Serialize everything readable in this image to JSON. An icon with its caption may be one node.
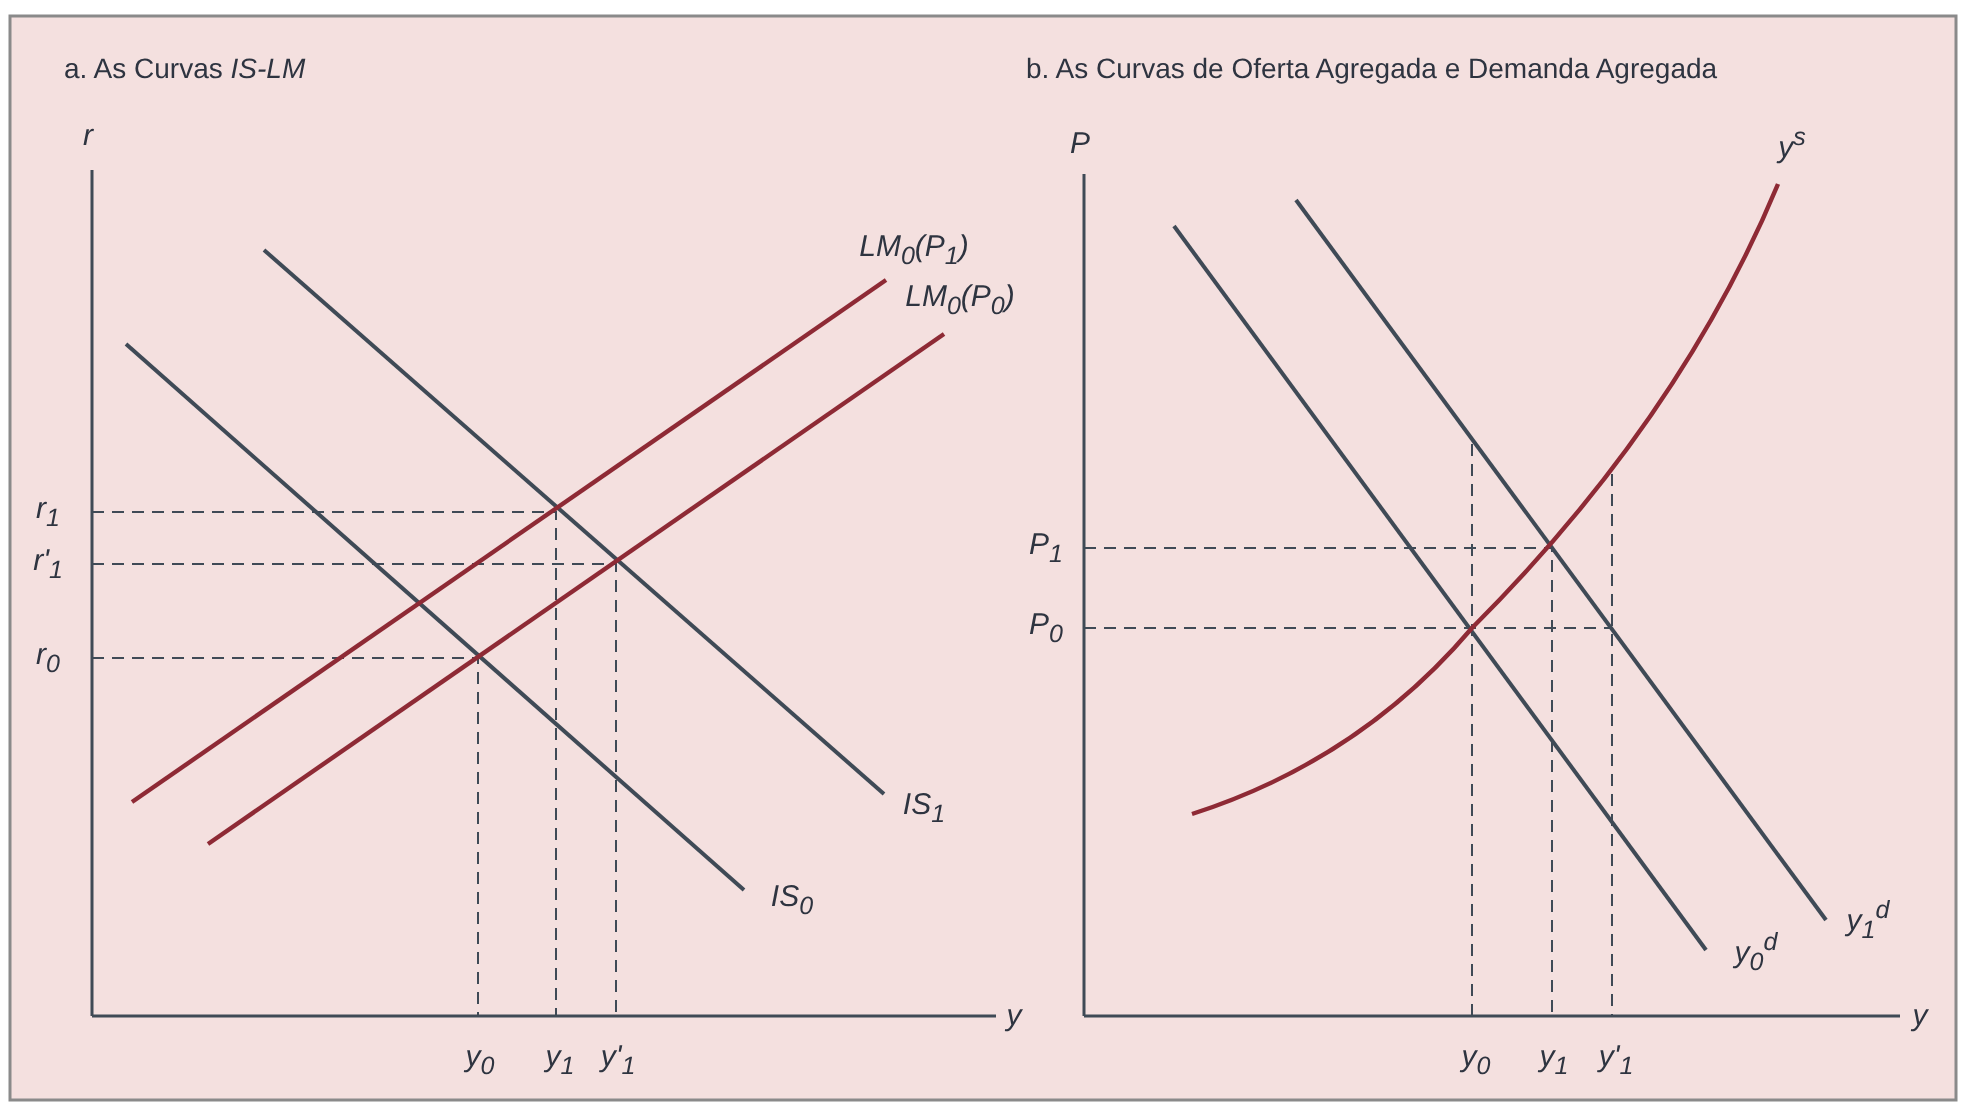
{
  "diagram": {
    "labels": [
      "a. As Curvas *IS-LM*",
      "r",
      "LM$_{0}$(P$_{1}$)",
      "LM$_{0}$(P$_{0}$)",
      "r$_{1}$",
      "r'$_{1}$",
      "r$_{0}$",
      "IS$_{1}$",
      "IS$_{0}$",
      "y",
      "y$_{0}$",
      "y$_{1}$",
      "y'$_{1}$",
      "b. As Curvas de Oferta Agregada e Demanda Agregada",
      "P",
      "y$^{s}$",
      "P$_{1}$",
      "P$_{0}$",
      "y$_{1}$$^{d}$",
      "y$_{0}$$^{d}$",
      "y",
      "y$_{0}$",
      "y$_{1}$",
      "y'$_{1}$"
    ]
  }
}
